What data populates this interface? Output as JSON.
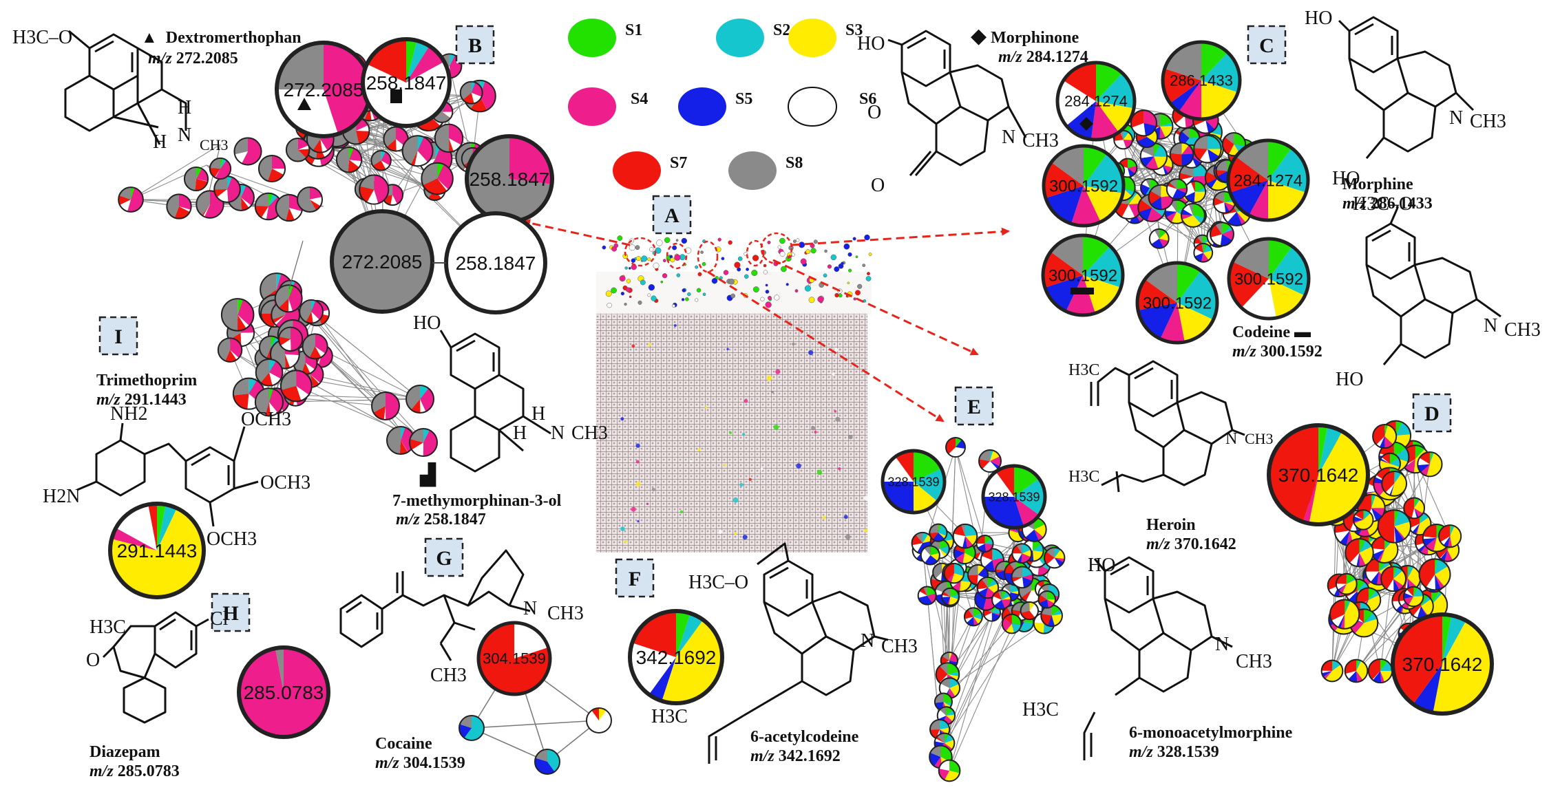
{
  "legend": [
    {
      "key": "s1",
      "label": "S1",
      "color": "#22e000"
    },
    {
      "key": "s2",
      "label": "S2",
      "color": "#16c6cf"
    },
    {
      "key": "s3",
      "label": "S3",
      "color": "#ffec00"
    },
    {
      "key": "s4",
      "label": "S4",
      "color": "#ee1f8c"
    },
    {
      "key": "s5",
      "label": "S5",
      "color": "#1420e8"
    },
    {
      "key": "s6",
      "label": "S6",
      "color": "#ffffff"
    },
    {
      "key": "s7",
      "label": "S7",
      "color": "#f0170f"
    },
    {
      "key": "s8",
      "label": "S8",
      "color": "#8a8a8a"
    }
  ],
  "sections": {
    "A": "A",
    "B": "B",
    "C": "C",
    "D": "D",
    "E": "E",
    "F": "F",
    "G": "G",
    "H": "H",
    "I": "I"
  },
  "compounds": {
    "dextromethorphan": {
      "name": "Dextromerthophan",
      "mz": "272.2085",
      "marker": "▲"
    },
    "methylmorphinanol": {
      "name": "7-methymorphinan-3-ol",
      "mz": "258.1847",
      "marker": "▟"
    },
    "trimethoprim": {
      "name": "Trimethoprim",
      "mz": "291.1443"
    },
    "diazepam": {
      "name": "Diazepam",
      "mz": "285.0783"
    },
    "cocaine": {
      "name": "Cocaine",
      "mz": "304.1539"
    },
    "acetylcodeine": {
      "name": "6-acetylcodeine",
      "mz": "342.1692"
    },
    "monoacetylmorphine": {
      "name": "6-monoacetylmorphine",
      "mz": "328.1539"
    },
    "heroin": {
      "name": "Heroin",
      "mz": "370.1642"
    },
    "codeine": {
      "name": "Codeine",
      "mz": "300.1592",
      "marker": "▬"
    },
    "morphine": {
      "name": "Morphine",
      "mz": "286.1433"
    },
    "morphinone": {
      "name": "Morphinone",
      "mz": "284.1274",
      "marker": "◆"
    }
  },
  "mz_prefix": "m/z",
  "node_labels": {
    "b_272a": "272.2085",
    "b_258a": "258.1847",
    "b_258b": "258.1847",
    "b_272b": "272.2085",
    "b_258c": "258.1847",
    "c_284a": "284.1274",
    "c_286": "286.1433",
    "c_300a": "300.1592",
    "c_284b": "284.1274",
    "c_300b": "300.1592",
    "c_300c": "300.1592",
    "c_300d": "300.1592",
    "i_291": "291.1443",
    "h_285": "285.0783",
    "g_304": "304.1539",
    "f_342": "342.1692",
    "e_328a": "328.1539",
    "e_328b": "328.1539",
    "d_370a": "370.1642",
    "d_370b": "370.1642"
  },
  "chem_text": {
    "h3co": "H3C–O",
    "ho": "HO",
    "h": "H",
    "n": "N",
    "ch3": "CH3",
    "nh2": "NH2",
    "h2n": "H2N",
    "och3": "OCH3",
    "o": "O",
    "cl": "Cl",
    "h3c": "H3C"
  }
}
